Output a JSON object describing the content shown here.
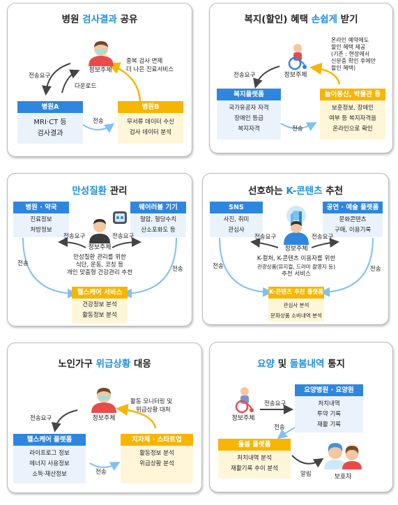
{
  "colors": {
    "blue": "#2e86de",
    "yellow": "#f7b500",
    "light_blue": "#eaf3fc",
    "light_yellow": "#fff6da",
    "arrow_dark": "#444444"
  },
  "p1": {
    "title_a": "병원 ",
    "title_hl": "검사결과",
    "title_b": " 공유",
    "user": "정보주체",
    "req": "전송요구",
    "dl": "다운로드",
    "note1": "중복 검사 면제",
    "note2": "더 나은 진료서비스",
    "box_a_title": "병원A",
    "box_a_lines": [
      "MRI·CT 등",
      "검사결과"
    ],
    "box_b_title": "병원B",
    "box_b_lines": [
      "무서류 데이터 수신",
      "검사 데이터 분석"
    ],
    "send": "전송"
  },
  "p2": {
    "title_a": "복지(할인) 혜택 ",
    "title_hl": "손쉽게",
    "title_b": " 받기",
    "user": "정보주체",
    "req": "전송요구",
    "note": [
      "온라인  예약에도",
      "할인 혜택 제공",
      "(기존 : 현장에서",
      "신분증 확인 후에만",
      "할인 혜택)"
    ],
    "box_a_title": "복지플랫폼",
    "box_a_lines": [
      "국가유공자 자격",
      "장애인 등급",
      "복지자격"
    ],
    "box_b_title": "놀이동산, 박물관 등",
    "box_b_lines": [
      "보훈정보, 장애인",
      "여부 등 복지자격을",
      "온라인으로 확인"
    ],
    "send": "전송"
  },
  "p3": {
    "title_hl": "만성질환",
    "title_b": " 관리",
    "box_a_title": "병원 · 약국",
    "box_a_lines": [
      "진료정보",
      "처방정보"
    ],
    "box_b_title": "웨어러블 기기",
    "box_b_lines": [
      "혈압, 혈당수치",
      "산소포화도 등"
    ],
    "req_left": "전송요구",
    "req_right": "전송요구",
    "user": "정보주체",
    "desc": [
      "만성질환 관리를 위한",
      "식단, 운동, 코칭 등",
      "개인 맞춤형 건강관리 추천"
    ],
    "send_left": "전송",
    "send_right": "전송",
    "box_c_title": "헬스케어 서비스",
    "box_c_lines": [
      "건강정보 분석",
      "활동정보 분석"
    ]
  },
  "p4": {
    "title_a": "선호하는 ",
    "title_hl": "K-콘텐츠",
    "title_b": " 추천",
    "box_a_title": "SNS",
    "box_a_lines": [
      "사진, 취미",
      "관심사"
    ],
    "box_b_title": "공연 · 예술 플랫폼",
    "box_b_lines": [
      "문화콘텐츠",
      "구매, 이용기록"
    ],
    "req_left": "전송요구",
    "req_right": "전송요구",
    "user": "정보주체",
    "desc": [
      "K-컬처, K-콘텐츠 이용자를 위한",
      "관광상품(뮤지컬, 드라마 촬영지 등)",
      "추천 서비스"
    ],
    "send_left": "전송",
    "send_right": "전송",
    "box_c_title": "K-콘텐츠 추천 플랫폼",
    "box_c_lines": [
      "관심사 분석",
      "문화상품 소비내역 분석"
    ]
  },
  "p5": {
    "title_a": "노인가구 ",
    "title_hl": "위급상황",
    "title_b": " 대응",
    "user": "정보주체",
    "req": "전송요구",
    "note1": "활동 모니터링 및",
    "note2": "위급상황 대처",
    "box_a_title": "헬스케어 플랫폼",
    "box_a_lines": [
      "라이프로그 정보",
      "에너지 사용정보",
      "소득·재산정보"
    ],
    "box_b_title": "지자체 · 스타트업",
    "box_b_lines": [
      "활동정보 분석",
      "위급상황 분석"
    ],
    "send": "전송"
  },
  "p6": {
    "title_hl1": "요양",
    "title_mid": " 및 ",
    "title_hl2": "돌봄내역",
    "title_b": " 통지",
    "user": "정보주체",
    "req": "전송요구",
    "box_a_title": "요양병원 · 요양원",
    "box_a_lines": [
      "처치내역",
      "투약 기록",
      "재활 기록"
    ],
    "send": "전송",
    "box_b_title": "돌봄 플랫폼",
    "box_b_lines": [
      "처치내역 분석",
      "재활기록 추이 분석"
    ],
    "notify": "알림",
    "guardian": "보호자"
  }
}
